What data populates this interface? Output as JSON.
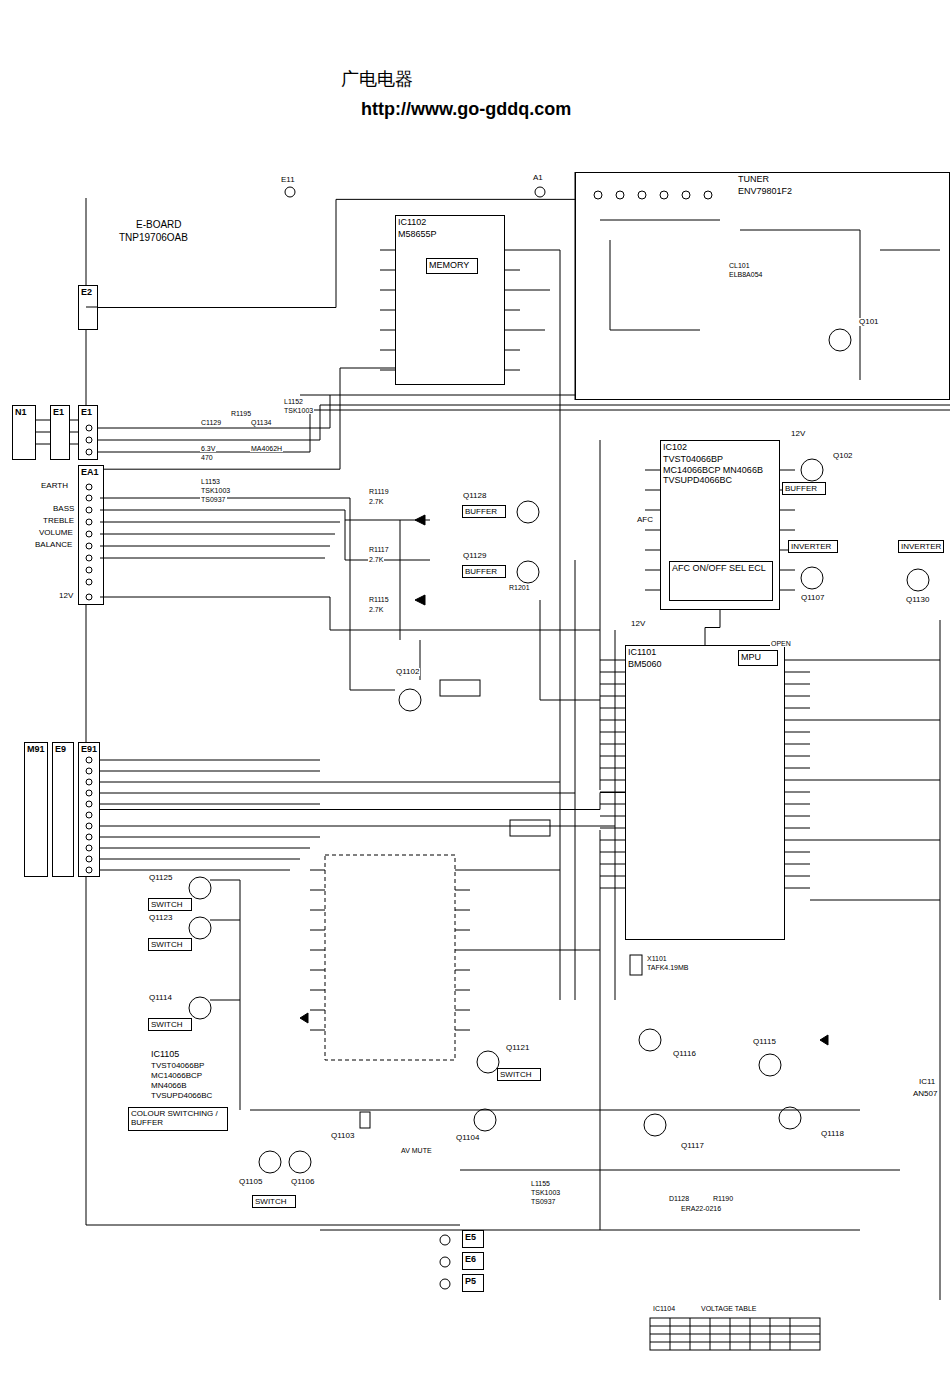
{
  "diagram": {
    "nodes": [
      {
        "text": [
          "TUNER",
          "ENV79801F2"
        ]
      },
      {
        "text": [
          "IC1102",
          "M58655P"
        ]
      },
      {
        "text": [
          "MEMORY"
        ],
        "in": 1
      },
      {
        "text": [
          "IC102",
          "TVST04066BP MC14066BCP MN4066B TVSUPD4066BC"
        ]
      },
      {
        "text": [
          "AFC ON/OFF SEL ECL"
        ],
        "in": 3
      },
      {
        "text": [
          "IC1101",
          "BM5060"
        ]
      },
      {
        "text": [
          "MPU"
        ],
        "in": 5
      },
      {
        "text": [
          "E2"
        ]
      },
      {
        "text": [
          "N1"
        ]
      },
      {
        "text": [
          "E1"
        ]
      },
      {
        "text": [
          "E1"
        ]
      },
      {
        "text": [
          "EA1"
        ]
      },
      {
        "text": [
          "M91"
        ]
      },
      {
        "text": [
          "E9"
        ]
      },
      {
        "text": [
          "E91"
        ]
      },
      {
        "text": [
          "E5"
        ]
      },
      {
        "text": [
          "E6"
        ]
      },
      {
        "text": [
          "P5"
        ]
      },
      {
        "text": [
          "BUFFER"
        ]
      },
      {
        "text": [
          "BUFFER"
        ]
      },
      {
        "text": [
          "BUFFER"
        ]
      },
      {
        "text": [
          "INVERTER"
        ]
      },
      {
        "text": [
          "INVERTER"
        ]
      },
      {
        "text": [
          "SWITCH"
        ]
      },
      {
        "text": [
          "SWITCH"
        ]
      },
      {
        "text": [
          "SWITCH"
        ]
      },
      {
        "text": [
          "SWITCH"
        ]
      },
      {
        "text": [
          "SWITCH"
        ]
      },
      {
        "text": [
          "COLOUR SWITCHING / BUFFER"
        ]
      }
    ],
    "edges": [
      {
        "from": 7,
        "to": 0,
        "arrow": "none"
      },
      {
        "from": 11,
        "to": 1,
        "arrow": "none"
      },
      {
        "from": 14,
        "to": 5,
        "arrow": "none"
      },
      {
        "from": 3,
        "to": 5,
        "arrow": "none"
      }
    ],
    "labels": [
      "广电电器",
      "http://www.go-gddq.com",
      "E-BOARD",
      "TNP19706OAB",
      "E11",
      "A1",
      "EARTH",
      "BASS",
      "TREBLE",
      "VOLUME",
      "BALANCE",
      "12V",
      "R1195",
      "L1152",
      "TSK1003",
      "C1129",
      "6.3V",
      "470",
      "Q1134",
      "MA4062H",
      "L1153",
      "TSK1003",
      "TS0937",
      "Q1128",
      "Q1129",
      "R1201",
      "R1119",
      "2.7K",
      "R1117",
      "2.7K",
      "R1115",
      "2.7K",
      "Q1102",
      "Q102",
      "Q1107",
      "Q1130",
      "Q101",
      "CL101",
      "ELB8A054",
      "AFC",
      "12V",
      "12V",
      "X1101",
      "TAFK4.19MB",
      "Q1125",
      "Q1123",
      "Q1114",
      "IC1105",
      "TVST04066BP",
      "MC14066BCP",
      "MN4066B",
      "TVSUPD4066BC",
      "Q1121",
      "Q1103",
      "Q1104",
      "Q1105",
      "Q1106",
      "AV MUTE",
      "L1155",
      "TSK1003",
      "TS0937",
      "Q1116",
      "Q1115",
      "Q1117",
      "Q1118",
      "D1128",
      "R1190",
      "ERA22-0216",
      "IC1104",
      "VOLTAGE TABLE",
      "IC11",
      "AN507",
      "OPEN"
    ]
  }
}
